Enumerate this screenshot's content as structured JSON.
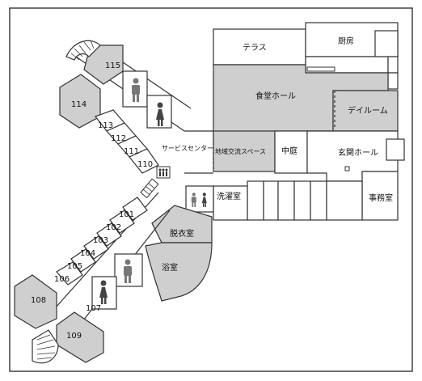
{
  "rooms": {
    "terrace": "テラス",
    "kitchen": "厨房",
    "dining_hall": "食堂ホール",
    "day_room": "デイルーム",
    "service_center": "サービスセンター",
    "community_space": "地域交流スペース",
    "courtyard": "中庭",
    "entrance_hall": "玄関ホール",
    "office": "事務室",
    "laundry": "洗濯室",
    "dressing_room": "脱衣室",
    "bathroom": "浴室"
  },
  "room_numbers": {
    "r115": "115",
    "r114": "114",
    "r113": "113",
    "r112": "112",
    "r111": "111",
    "r110": "110",
    "r101": "101",
    "r102": "102",
    "r103": "103",
    "r104": "104",
    "r105": "105",
    "r106": "106",
    "r107": "107",
    "r108": "108",
    "r109": "109"
  },
  "icons": {
    "toilet_male": "male-toilet-icon",
    "toilet_female": "female-toilet-icon",
    "elevator": "elevator-icon",
    "stairs": "stairs-icon"
  },
  "colors": {
    "shaded": "#cfcfcf",
    "wall": "#333333"
  }
}
